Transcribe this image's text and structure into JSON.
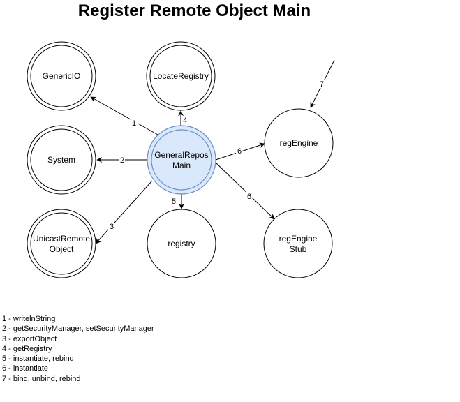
{
  "title": "Register Remote Object Main",
  "nodes": {
    "genericio": "GenericIO",
    "locateregistry": "LocateRegistry",
    "system": "System",
    "generalrepos_line1": "GeneralRepos",
    "generalrepos_line2": "Main",
    "regengine": "regEngine",
    "unicast_line1": "UnicastRemote",
    "unicast_line2": "Object",
    "registry": "registry",
    "regenginestub_line1": "regEngine",
    "regenginestub_line2": "Stub"
  },
  "colors": {
    "central_fill": "#dae8fc",
    "central_stroke": "#6c8ebf"
  },
  "edges": [
    {
      "id": "e1",
      "label": "1"
    },
    {
      "id": "e2",
      "label": "2"
    },
    {
      "id": "e3",
      "label": "3"
    },
    {
      "id": "e4",
      "label": "4"
    },
    {
      "id": "e5",
      "label": "5"
    },
    {
      "id": "e6a",
      "label": "6"
    },
    {
      "id": "e6b",
      "label": "6"
    },
    {
      "id": "e7",
      "label": "7"
    }
  ],
  "legend": [
    "1 - writelnString",
    "2 - getSecurityManager, setSecurityManager",
    "3 - exportObject",
    "4 - getRegistry",
    "5 - instantiate, rebind",
    "6 - instantiate",
    "7 - bind, unbind, rebind"
  ]
}
